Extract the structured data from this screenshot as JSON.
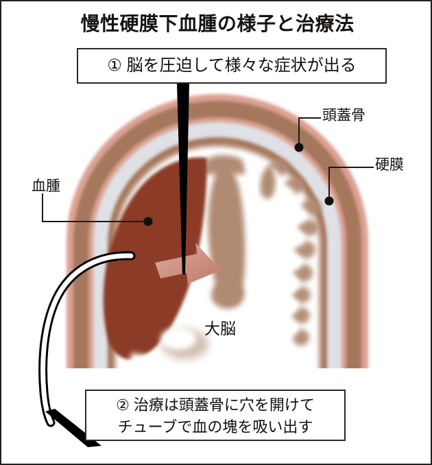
{
  "page": {
    "title": "慢性硬膜下血腫の様子と治療法",
    "background_color": "#ffffff",
    "border_color": "#23211f"
  },
  "callouts": [
    {
      "id": "callout-1",
      "marker": "①",
      "text": "① 脳を圧迫して様々な症状が出る",
      "pointer": "black-wedge-down"
    },
    {
      "id": "callout-2",
      "marker": "②",
      "line1": "② 治療は頭蓋骨に穴を開けて",
      "line2": "チューブで血の塊を吸い出す",
      "pointer": "black-wedge-left"
    }
  ],
  "labels": {
    "skull": "頭蓋骨",
    "dura": "硬膜",
    "hematoma": "血腫",
    "cerebrum": "大脳"
  },
  "anatomy": {
    "scalp_color": "#dca193",
    "skull_bone_color": "#a5775c",
    "dura_gap_color": "#dfe1e6",
    "hematoma_color": "#8b3a25",
    "brain_color": "#ffffff",
    "sulcus_color": "#b08a72",
    "arrow_color": "#cb8c7c",
    "tube_fill": "#ffffff",
    "tube_stroke": "#000000",
    "pointer_color": "#000000",
    "leader_color": "#1a1a1a"
  }
}
